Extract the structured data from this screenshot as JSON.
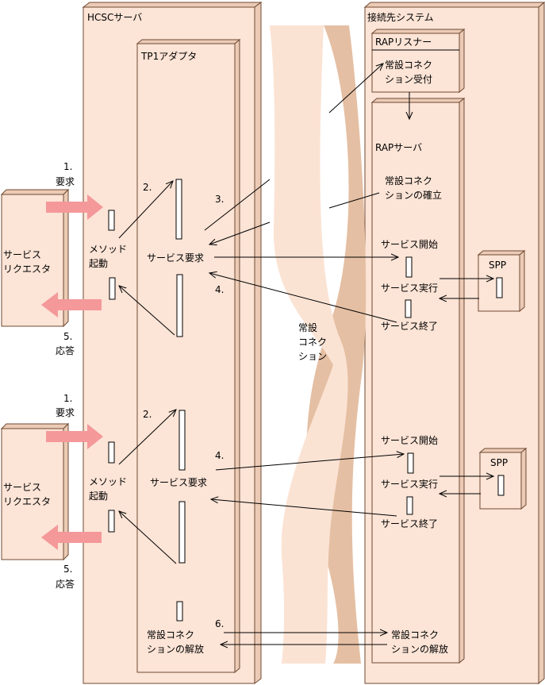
{
  "colors": {
    "box_fill": "#FCE4D6",
    "box_face": "#EBCBB6",
    "box_edge": "#6F4A33",
    "connection_back": "#E5BFA3",
    "connection_front": "#FBE3D4",
    "request_arrow": "#F4989A",
    "line": "#000000"
  },
  "containers": {
    "hcsc_label": "HCSCサーバ",
    "tp1_label": "TP1アダプタ",
    "dest_label": "接続先システム",
    "rap_listener_label": "RAPリスナー",
    "rap_server_label": "RAPサーバ",
    "spp_label": "SPP"
  },
  "requester": {
    "line1": "サービス",
    "line2": "リクエスタ"
  },
  "hcsc": {
    "method_line1": "メソッド",
    "method_line2": "起動",
    "request_label": "サービス要求",
    "release_line1": "常設コネク",
    "release_line2": "ションの解放"
  },
  "dest": {
    "accept_line1": "常設コネク",
    "accept_line2": "ション受付",
    "establish_line1": "常設コネク",
    "establish_line2": "ションの確立",
    "service_start": "サービス開始",
    "service_exec": "サービス実行",
    "service_end": "サービス終了",
    "release_line1": "常設コネク",
    "release_line2": "ションの解放"
  },
  "connection": {
    "line1": "常設",
    "line2": "コネク",
    "line3": "ション"
  },
  "steps": {
    "s1_num": "1.",
    "s1_text": "要求",
    "s2": "2.",
    "s3": "3.",
    "s4": "4.",
    "s5_num": "5.",
    "s5_text": "応答",
    "s6": "6."
  }
}
